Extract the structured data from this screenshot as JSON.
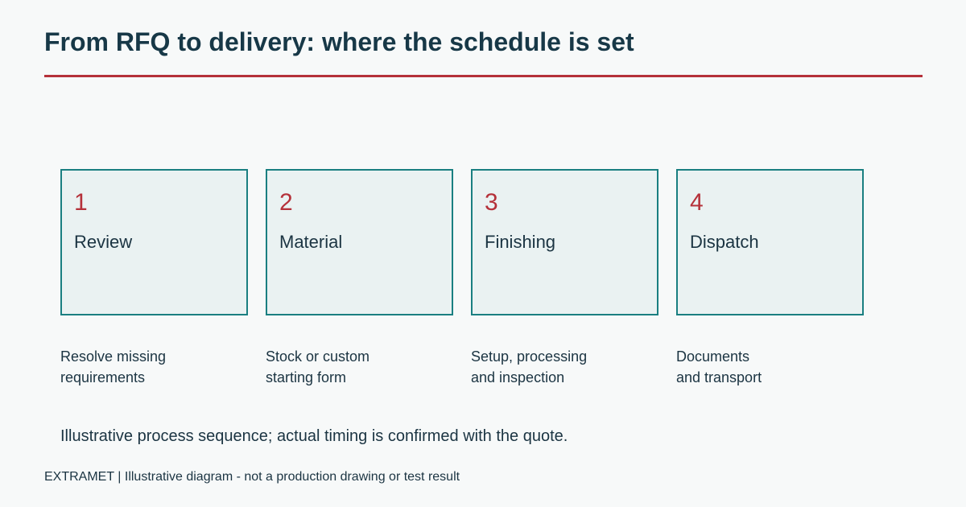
{
  "title": "From RFQ to delivery: where the schedule is set",
  "accent_color": "#b5313a",
  "box_border_color": "#1a7f81",
  "steps": [
    {
      "number": "1",
      "name": "Review",
      "desc_line1": "Resolve missing",
      "desc_line2": "requirements"
    },
    {
      "number": "2",
      "name": "Material",
      "desc_line1": "Stock or custom",
      "desc_line2": "starting form"
    },
    {
      "number": "3",
      "name": "Finishing",
      "desc_line1": "Setup, processing",
      "desc_line2": "and inspection"
    },
    {
      "number": "4",
      "name": "Dispatch",
      "desc_line1": "Documents",
      "desc_line2": "and transport"
    }
  ],
  "note": "Illustrative process sequence; actual timing is confirmed with the quote.",
  "footer": "EXTRAMET | Illustrative diagram - not a production drawing or test result"
}
